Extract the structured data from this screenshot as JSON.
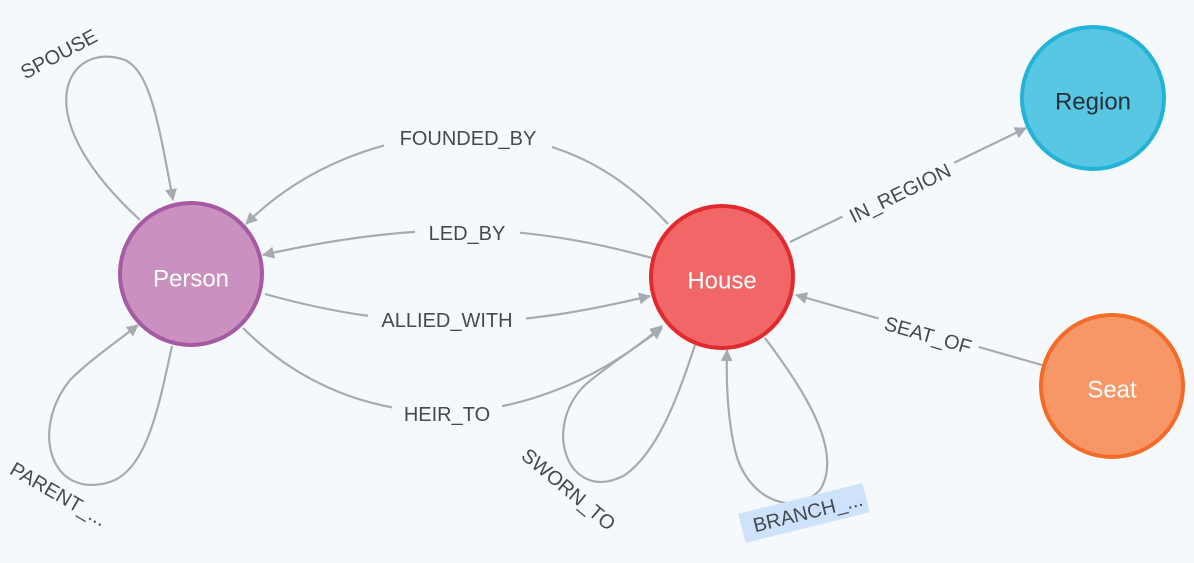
{
  "colors": {
    "background": "#f6f9fc",
    "edge": "#a6abb3",
    "edge_label": "#444a52",
    "selected_label_bg": "#cfe2fb"
  },
  "nodes": [
    {
      "id": "person",
      "label": "Person",
      "fill": "#c990c0",
      "stroke": "#a55aa3",
      "text_color": "#ffffff"
    },
    {
      "id": "house",
      "label": "House",
      "fill": "#f16667",
      "stroke": "#e02a2e",
      "text_color": "#ffffff"
    },
    {
      "id": "region",
      "label": "Region",
      "fill": "#57c7e3",
      "stroke": "#23b3d7",
      "text_color": "#2a2f35"
    },
    {
      "id": "seat",
      "label": "Seat",
      "fill": "#f79767",
      "stroke": "#f46b27",
      "text_color": "#ffffff"
    }
  ],
  "relationships": [
    {
      "id": "spouse",
      "label": "SPOUSE",
      "from": "Person",
      "to": "Person"
    },
    {
      "id": "parent",
      "label": "PARENT_...",
      "from": "Person",
      "to": "Person"
    },
    {
      "id": "founded_by",
      "label": "FOUNDED_BY",
      "from": "House",
      "to": "Person"
    },
    {
      "id": "led_by",
      "label": "LED_BY",
      "from": "House",
      "to": "Person"
    },
    {
      "id": "allied_with",
      "label": "ALLIED_WITH",
      "from": "Person",
      "to": "House"
    },
    {
      "id": "heir_to",
      "label": "HEIR_TO",
      "from": "Person",
      "to": "House"
    },
    {
      "id": "in_region",
      "label": "IN_REGION",
      "from": "House",
      "to": "Region"
    },
    {
      "id": "seat_of",
      "label": "SEAT_OF",
      "from": "Seat",
      "to": "House"
    },
    {
      "id": "sworn_to",
      "label": "SWORN_TO",
      "from": "House",
      "to": "House"
    },
    {
      "id": "branch",
      "label": "BRANCH_...",
      "from": "House",
      "to": "House",
      "selected": true
    }
  ]
}
